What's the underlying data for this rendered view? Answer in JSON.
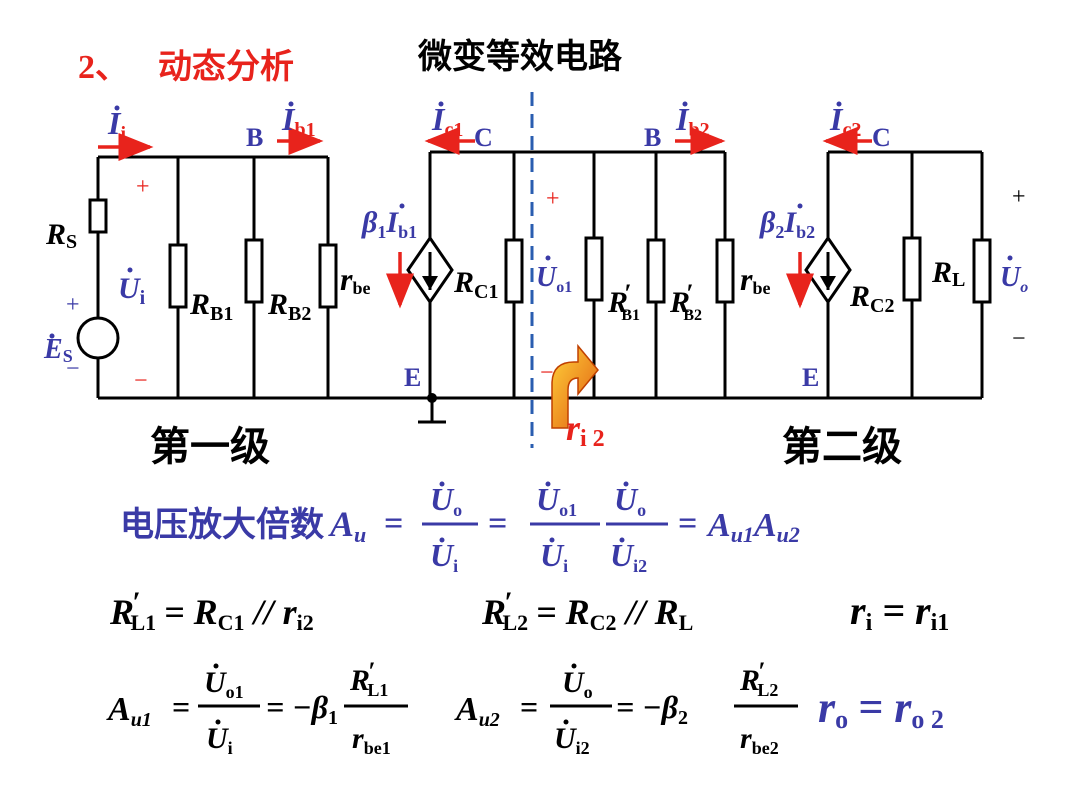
{
  "heading": {
    "number": "2、",
    "title": "动态分析",
    "subtitle": "微变等效电路"
  },
  "stage1": {
    "label": "第一级",
    "current_i": "I",
    "current_i_sub": "i",
    "current_b1": "I",
    "current_b1_sub": "b1",
    "node_b": "B",
    "rs": "R",
    "rs_sub": "S",
    "es": "E",
    "es_sub": "S",
    "ui": "U",
    "ui_sub": "i",
    "plus": "+",
    "minus": "−",
    "rb1": "R",
    "rb1_sub": "B1",
    "rb2": "R",
    "rb2_sub": "B2",
    "rbe": "r",
    "rbe_sub": "be",
    "current_c1": "I",
    "current_c1_sub": "c1",
    "node_c": "C",
    "beta": "β",
    "beta_sub": "1",
    "beta_i": "I",
    "beta_i_sub": "b1",
    "rc": "R",
    "rc_sub": "C1",
    "node_e": "E"
  },
  "stage2": {
    "label": "第二级",
    "node_b": "B",
    "current_b2": "I",
    "current_b2_sub": "b2",
    "uo1": "U",
    "uo1_sub": "o1",
    "plus": "+",
    "minus": "−",
    "rb1p": "R",
    "rb1p_sub": "B1",
    "rb2p": "R",
    "rb2p_sub": "B2",
    "prime": "′",
    "rbe": "r",
    "rbe_sub": "be",
    "current_c2": "I",
    "current_c2_sub": "c2",
    "node_c": "C",
    "beta": "β",
    "beta_sub": "2",
    "beta_i": "I",
    "beta_i_sub": "b2",
    "rc": "R",
    "rc_sub": "C2",
    "rl": "R",
    "rl_sub": "L",
    "uo": "U",
    "uo_sub": "o",
    "node_e": "E",
    "ri2": "r",
    "ri2_sub": "i 2"
  },
  "formulas": {
    "gain_label": "电压放大倍数",
    "au": "A",
    "au_sub": "u",
    "eq": "=",
    "u": "U",
    "o": "o",
    "i": "i",
    "o1": "o1",
    "i2": "i2",
    "au1": "A",
    "au1_sub": "u1",
    "au2": "A",
    "au2_sub": "u2",
    "rl1_lhs": "R",
    "rl1_lhs_sub": "L1",
    "rl1_rhs": "= R",
    "rl1_rhs_sub1": "C1",
    "rl1_rhs_par": " // r",
    "rl1_rhs_sub2": "i2",
    "rl2_lhs": "R",
    "rl2_lhs_sub": "L2",
    "rl2_rhs": "= R",
    "rl2_rhs_sub1": "C2",
    "rl2_rhs_par": " // R",
    "rl2_rhs_sub2": "L",
    "ri_lhs": "r",
    "ri_lhs_sub": "i",
    "ri_rhs": "= r",
    "ri_rhs_sub": "i1",
    "minus_beta": "= −β",
    "beta1_sub": "1",
    "beta2_sub": "2",
    "rl1": "R",
    "rl1_sub": "L1",
    "rl2": "R",
    "rl2_sub": "L2",
    "rbe1": "r",
    "rbe1_sub": "be1",
    "rbe2": "r",
    "rbe2_sub": "be2",
    "ro_lhs": "r",
    "ro_lhs_sub": "o",
    "ro_rhs": "= r",
    "ro_rhs_sub": "o 2"
  },
  "colors": {
    "red": "#e8231c",
    "blue": "#3a3aa6",
    "black": "#000000",
    "orange": "#f08020",
    "dash_blue": "#2a5db0"
  }
}
